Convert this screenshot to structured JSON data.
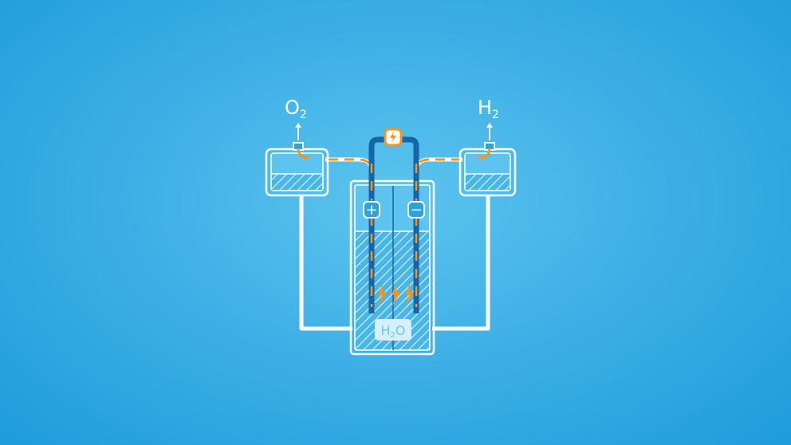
{
  "diagram": {
    "oxygen_label": {
      "main": "O",
      "sub": "2"
    },
    "hydrogen_label": {
      "main": "H",
      "sub": "2"
    },
    "water_label": {
      "main": "H",
      "sub": "2",
      "tail": "O"
    },
    "anode_sign": "+",
    "cathode_sign": "−",
    "icons": [
      "lightning-icon",
      "arrow-up-icon"
    ],
    "colors": {
      "accent": "#f7941d",
      "electrode": "#1565a8",
      "outline": "#ffffff",
      "background": "#3fb0e6"
    }
  }
}
